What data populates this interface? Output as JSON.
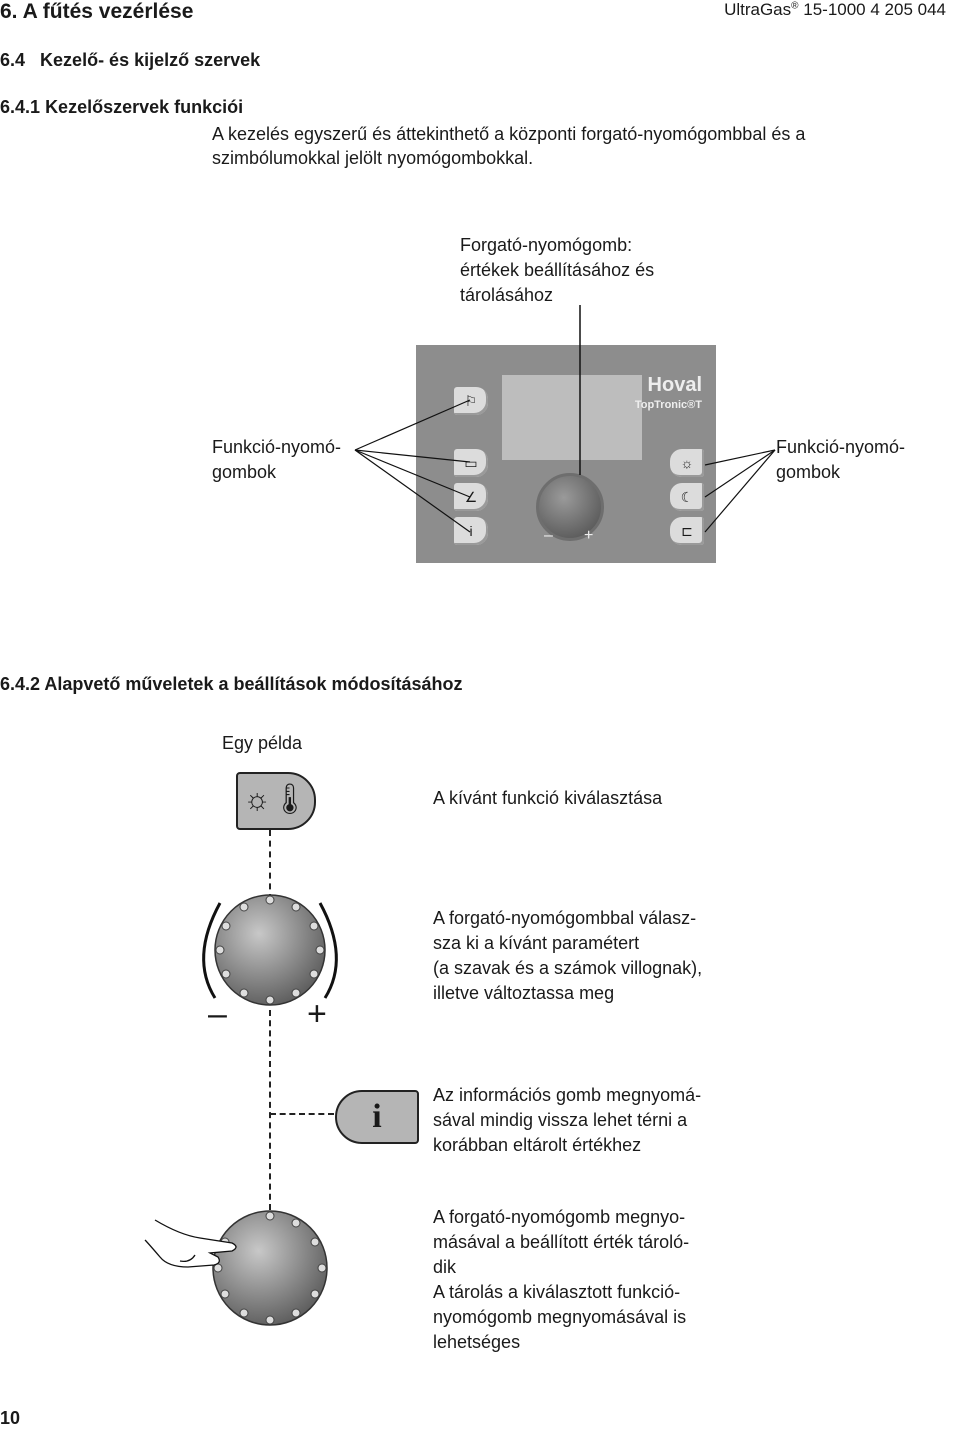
{
  "header": {
    "title": "6. A fűtés vezérlése",
    "product": "UltraGas",
    "reg": "®",
    "doc_code": "15-1000  4 205 044"
  },
  "section_64": {
    "number": "6.4",
    "title": "Kezelő- és kijelző szervek"
  },
  "section_641": {
    "number": "6.4.1",
    "title": "Kezelőszervek funkciói",
    "text_line1": "A kezelés egyszerű és áttekinthető a központi forgató-nyomógombbal és a",
    "text_line2": "szimbólumokkal jelölt nyomógombokkal."
  },
  "figure1": {
    "knob_label_l1": "Forgató-nyomógomb:",
    "knob_label_l2": "értékek beállításához és",
    "knob_label_l3": "tárolásához",
    "left_label_l1": "Funkció-nyomó-",
    "left_label_l2": "gombok",
    "right_label_l1": "Funkció-nyomó-",
    "right_label_l2": "gombok",
    "brand": "Hoval",
    "brand_sub": "TopTronic®T",
    "minus": "–",
    "plus": "+"
  },
  "section_642": {
    "number": "6.4.2",
    "title": "Alapvető műveletek a beállítások módosításához",
    "example": "Egy példa",
    "step1": "A kívánt funkció kiválasztása",
    "step2_l1": "A forgató-nyomógombbal válasz-",
    "step2_l2": "sza ki a kívánt paramétert",
    "step2_l3": "(a szavak és a számok villognak),",
    "step2_l4": "illetve változtassa meg",
    "step3_l1": "Az információs gomb megnyomá-",
    "step3_l2": "sával mindig vissza lehet térni a",
    "step3_l3": "korábban eltárolt értékhez",
    "step4_l1": "A forgató-nyomógomb megnyo-",
    "step4_l2": "másával a beállított érték tároló-",
    "step4_l3": "dik",
    "step4_l4": "A tárolás a kiválasztott funkció-",
    "step4_l5": "nyomógomb megnyomásával is",
    "step4_l6": "lehetséges",
    "minus": "–",
    "plus": "+",
    "info_symbol": "i"
  },
  "page_number": "10"
}
